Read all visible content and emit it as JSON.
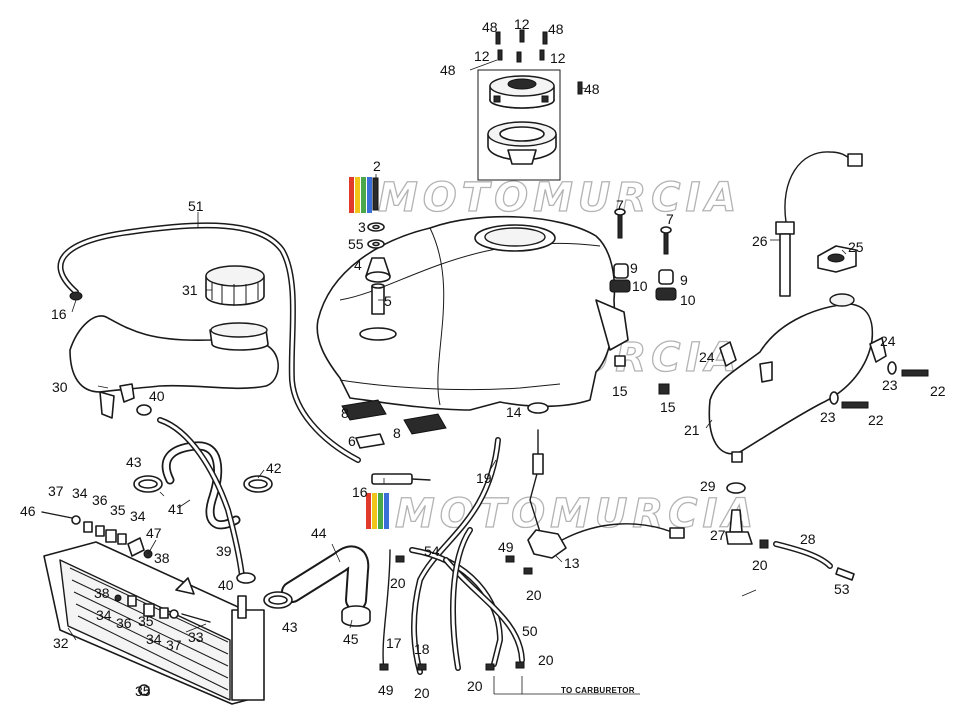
{
  "watermark": {
    "text": "MOTOMURCIA",
    "colors": [
      "#e23a2a",
      "#f0c419",
      "#4aa84a",
      "#3a6fd8"
    ]
  },
  "note": {
    "to_carburetor": "TO CARBURETOR"
  },
  "callouts": {
    "c48a": "48",
    "c12a": "12",
    "c48b": "48",
    "c12b": "12",
    "c12c": "12",
    "c48c": "48",
    "c48d": "48",
    "c2": "2",
    "c3": "3",
    "c55a": "55",
    "c4": "4",
    "c5": "5",
    "c7a": "7",
    "c7b": "7",
    "c9a": "9",
    "c10a": "10",
    "c9b": "9",
    "c10b": "10",
    "c15a": "15",
    "c15b": "15",
    "c8a": "8",
    "c8b": "8",
    "c6": "6",
    "c14": "14",
    "c26": "26",
    "c25": "25",
    "c24a": "24",
    "c24b": "24",
    "c23a": "23",
    "c22a": "22",
    "c23b": "23",
    "c22b": "22",
    "c21": "21",
    "c51": "51",
    "c16a": "16",
    "c31": "31",
    "c30": "30",
    "c40a": "40",
    "c43a": "43",
    "c42": "42",
    "c41": "41",
    "c39": "39",
    "c40b": "40",
    "c16b": "16",
    "c19": "19",
    "c37a": "37",
    "c34a": "34",
    "c36a": "36",
    "c35a": "35",
    "c34b": "34",
    "c46": "46",
    "c47": "47",
    "c38a": "38",
    "c38b": "38",
    "c34c": "34",
    "c36b": "36",
    "c35b": "35",
    "c34d": "34",
    "c37b": "37",
    "c33": "33",
    "c32": "32",
    "c35c": "35",
    "c44": "44",
    "c43b": "43",
    "c45": "45",
    "c54": "54",
    "c20a": "20",
    "c49a": "49",
    "c13": "13",
    "c20b": "20",
    "c17": "17",
    "c18": "18",
    "c50": "50",
    "c49b": "49",
    "c20c": "20",
    "c20d": "20",
    "c20e": "20",
    "c29": "29",
    "c27": "27",
    "c28": "28",
    "c20f": "20",
    "c53": "53"
  }
}
